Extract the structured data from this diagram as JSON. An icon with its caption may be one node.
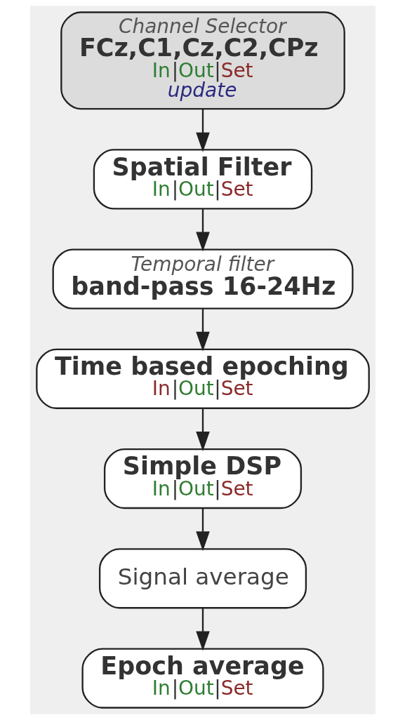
{
  "diagram": {
    "nodes": [
      {
        "text": [
          "Channel Selector",
          "FCz,C1,Cz,C2,CPz",
          "In|Out|Set",
          "update"
        ]
      },
      {
        "text": [
          "Spatial Filter",
          "In|Out|Set"
        ]
      },
      {
        "text": [
          "Temporal filter",
          "band-pass 16-24Hz"
        ]
      },
      {
        "text": [
          "Time based epoching",
          "In|Out|Set"
        ]
      },
      {
        "text": [
          "Simple DSP",
          "In|Out|Set"
        ]
      },
      {
        "text": [
          "Signal average"
        ]
      },
      {
        "text": [
          "Epoch average",
          "In|Out|Set"
        ]
      }
    ],
    "edges": [
      {
        "from": 0,
        "to": 1,
        "arrow": "to"
      },
      {
        "from": 1,
        "to": 2,
        "arrow": "to"
      },
      {
        "from": 2,
        "to": 3,
        "arrow": "to"
      },
      {
        "from": 3,
        "to": 4,
        "arrow": "to"
      },
      {
        "from": 4,
        "to": 5,
        "arrow": "to"
      },
      {
        "from": 5,
        "to": 6,
        "arrow": "to"
      }
    ]
  }
}
